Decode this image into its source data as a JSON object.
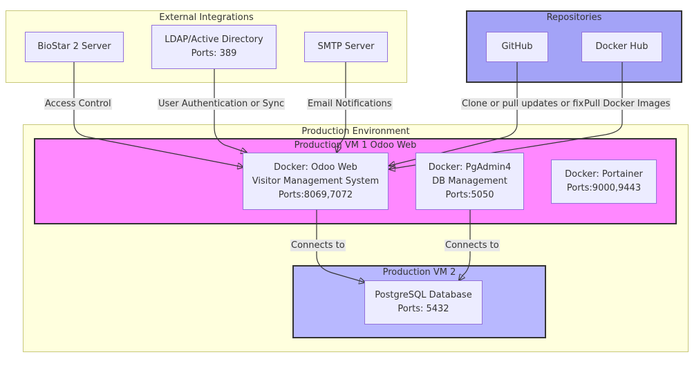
{
  "clusters": {
    "external": {
      "title": "External Integrations"
    },
    "repos": {
      "title": "Repositories"
    },
    "prod_env": {
      "title": "Production Environment"
    },
    "vm1": {
      "title": "Production VM 1 Odoo Web"
    },
    "vm2": {
      "title": "Production VM 2"
    }
  },
  "nodes": {
    "biostar": {
      "line1": "BioStar 2 Server"
    },
    "ldap": {
      "line1": "LDAP/Active Directory",
      "line2": "Ports: 389"
    },
    "smtp": {
      "line1": "SMTP Server"
    },
    "github": {
      "line1": "GitHub"
    },
    "dockerhub": {
      "line1": "Docker Hub"
    },
    "odoo": {
      "line1": "Docker: Odoo Web",
      "line2": "Visitor Management System",
      "line3": "Ports:8069,7072"
    },
    "pgadmin": {
      "line1": "Docker: PgAdmin4",
      "line2": "DB Management",
      "line3": "Ports:5050"
    },
    "portainer": {
      "line1": "Docker: Portainer",
      "line2": "Ports:9000,9443"
    },
    "postgres": {
      "line1": "PostgreSQL Database",
      "line2": "Ports: 5432"
    }
  },
  "edges": {
    "access_control": "Access Control",
    "user_auth": "User Authentication or Sync",
    "email": "Email Notifications",
    "clone": "Clone or pull updates or fix",
    "pull_images": "Pull Docker Images",
    "connects_odoo": "Connects to",
    "connects_pgadmin": "Connects to"
  },
  "colors": {
    "node_fill": "#ececff",
    "node_border": "#9370db",
    "external_fill": "#ffffde",
    "repos_fill": "#a3a3f7",
    "vm1_fill": "#ff88ff",
    "vm2_fill": "#b8b8ff",
    "edge_label_bg": "#e8e8e8"
  }
}
